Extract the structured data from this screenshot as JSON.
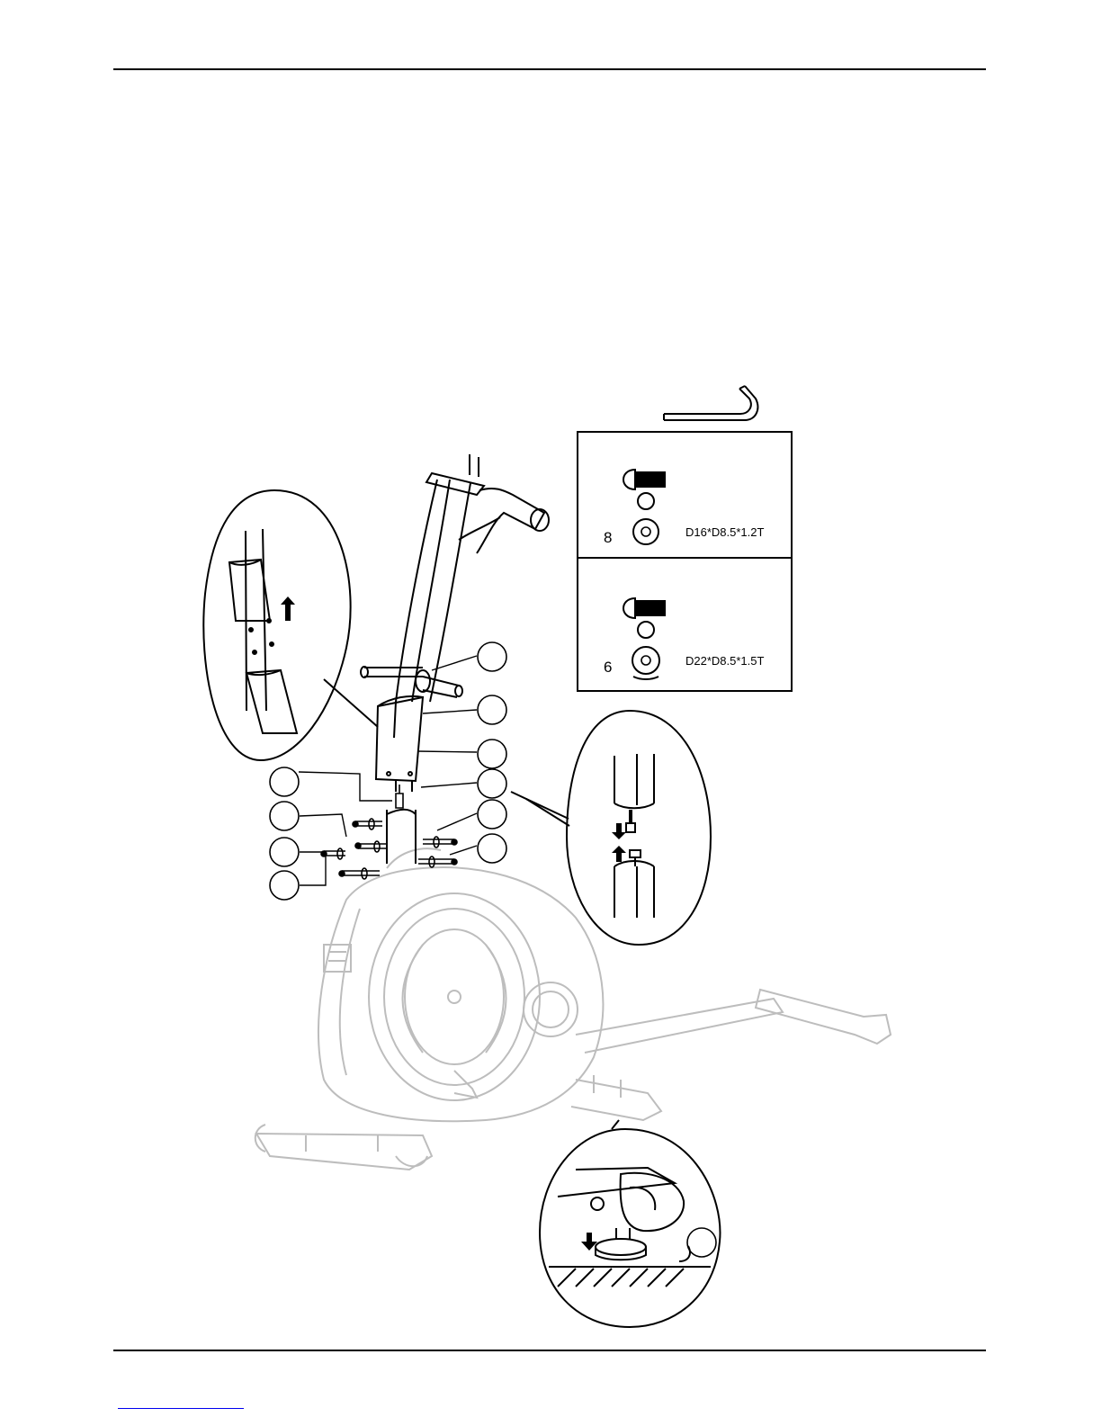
{
  "hardware": [
    {
      "quantity": "8",
      "spec": "D16*D8.5*1.2T"
    },
    {
      "quantity": "6",
      "spec": "D22*D8.5*1.5T"
    }
  ],
  "colors": {
    "line": "#000000",
    "ghost": "#bdbdbd",
    "link": "#0000ee"
  },
  "icons": [
    "allen-key-icon",
    "bolt-icon",
    "spring-washer-icon",
    "flat-washer-icon",
    "arrow-up-icon",
    "arrow-down-icon"
  ]
}
